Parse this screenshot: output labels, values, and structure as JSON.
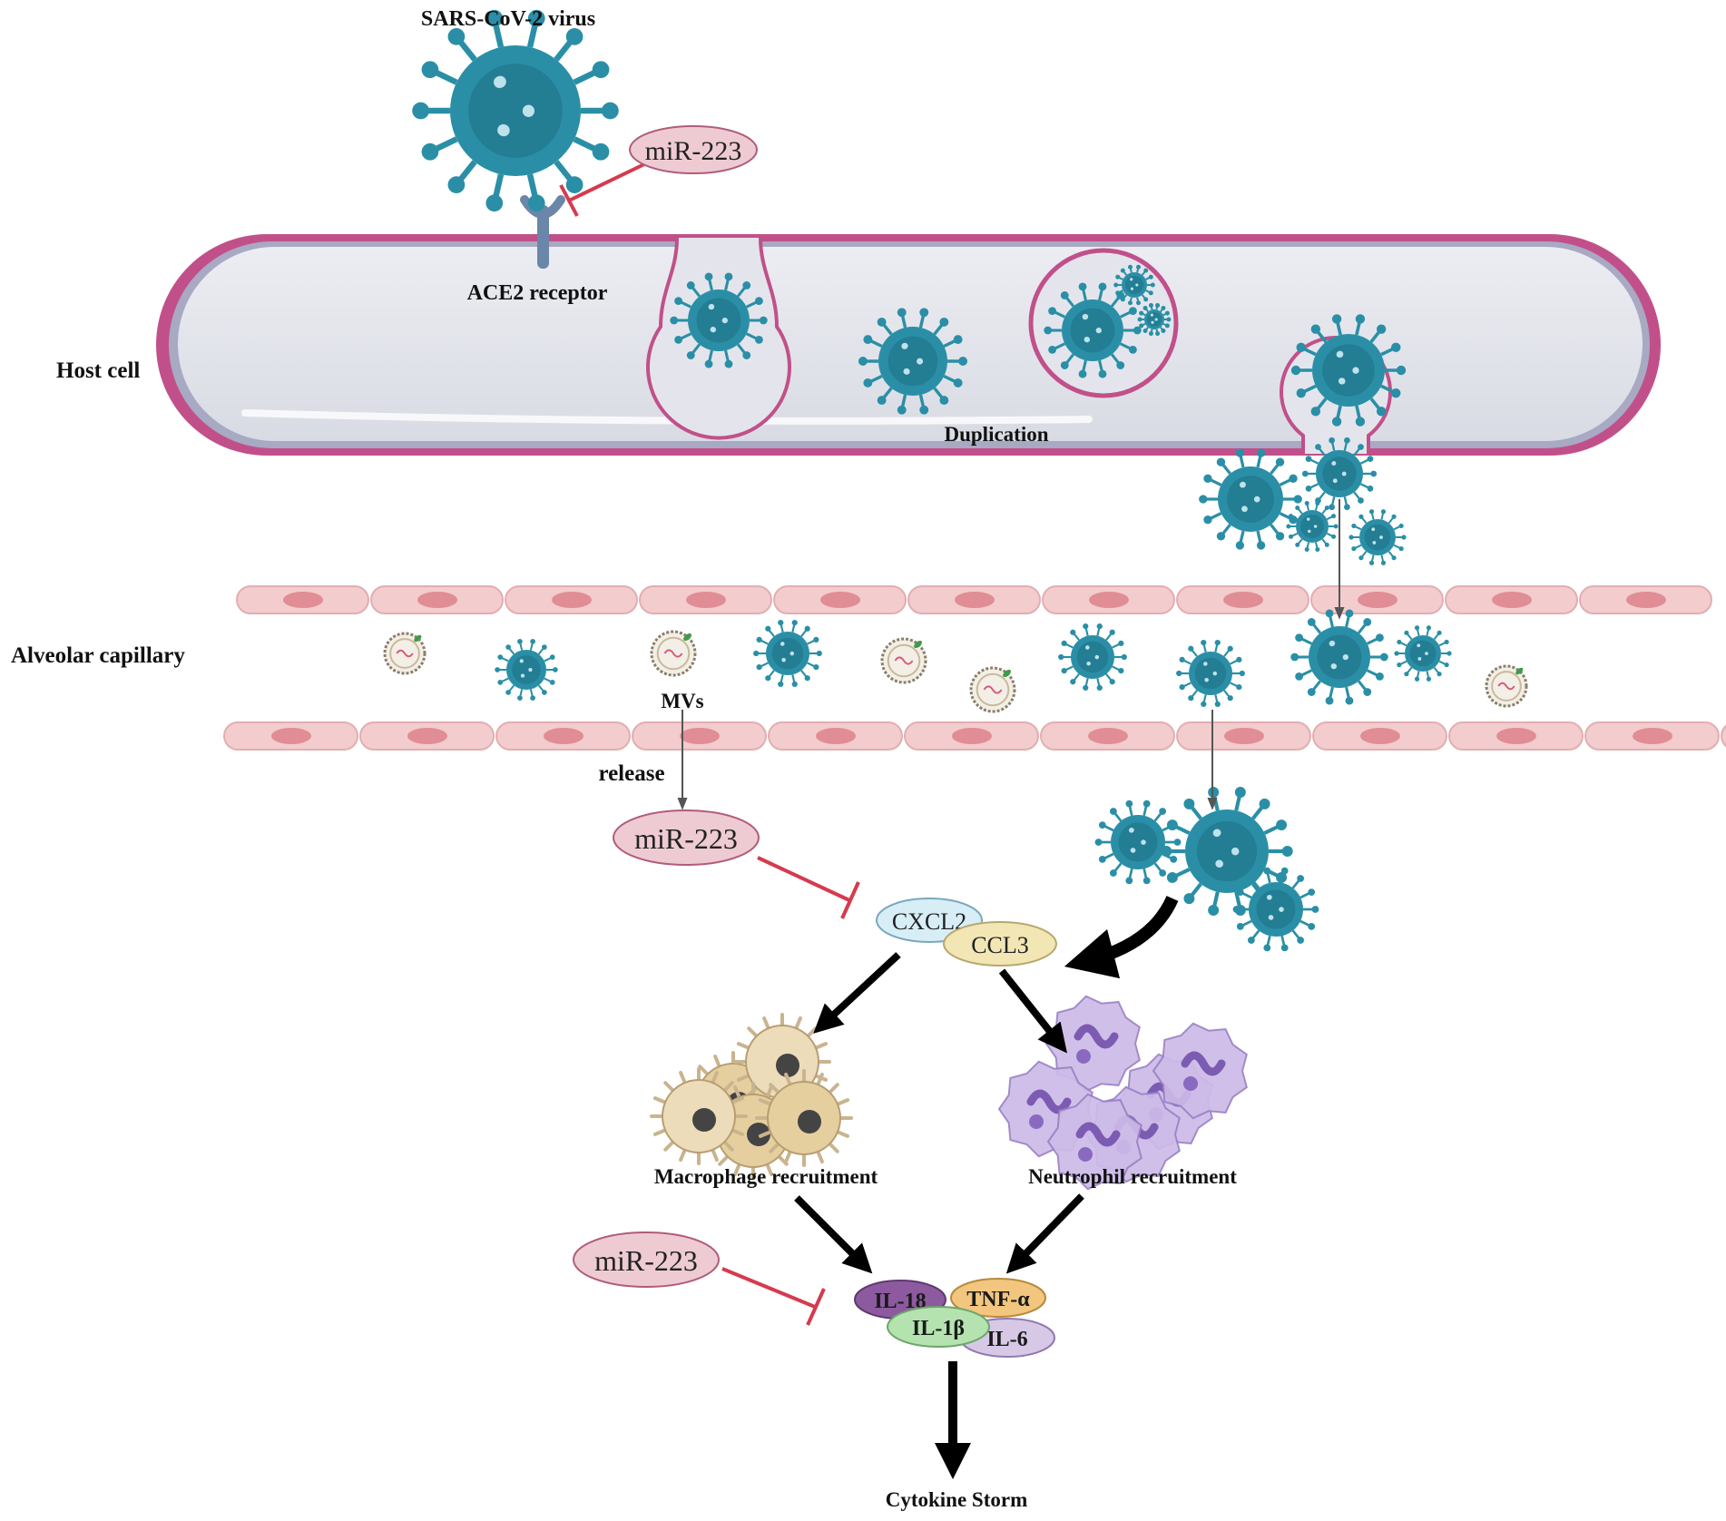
{
  "labels": {
    "virus": "SARS-CoV-2 virus",
    "receptor": "ACE2 receptor",
    "host_cell": "Host cell",
    "duplication": "Duplication",
    "capillary": "Alveolar capillary",
    "mvs": "MVs",
    "release": "release",
    "macrophage": "Macrophage  recruitment",
    "neutrophil": "Neutrophil recruitment",
    "storm": "Cytokine Storm"
  },
  "mirna": {
    "top": "miR-223",
    "middle": "miR-223",
    "bottom": "miR-223"
  },
  "chemokines": {
    "cxcl2": "CXCL2",
    "ccl3": "CCL3"
  },
  "cytokines": {
    "il18": "IL-18",
    "tnfa": "TNF-α",
    "il1b": "IL-1β",
    "il6": "IL-6"
  },
  "colors": {
    "virus": "#2a8fa6",
    "virus_dark": "#1d6f84",
    "membrane": "#b8497a",
    "cell_fill": "#e4e5ec",
    "capillary": "#f3cccd",
    "capillary_nucleus": "#e08d95",
    "inhibit": "#d63a4e",
    "mir_fill": "#eecbd3"
  }
}
